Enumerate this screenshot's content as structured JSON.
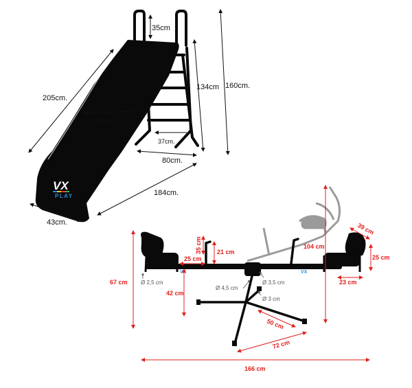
{
  "colors": {
    "product": "#0a0a0a",
    "dimension_black": "#111111",
    "dimension_red": "#e0201c",
    "dimension_grey": "#555555",
    "ghost": "#9a9a9a",
    "logo_blue": "#2a8fd8",
    "logo_yellow": "#f2c21b",
    "logo_red": "#e23a2a",
    "logo_green": "#3bb54a"
  },
  "logo": {
    "mark": "VX",
    "word": "PLAY"
  },
  "slide": {
    "length": "205cm.",
    "chute_width": "43cm.",
    "ladder_top_extension": "35cm",
    "ladder_height": "134cm",
    "total_height": "160cm.",
    "ladder_step_width": "37cm.",
    "ladder_base_depth": "80cm.",
    "base_length": "184cm.",
    "base_width": "43cm."
  },
  "seesaw": {
    "handle_top": "35 cm",
    "handle_height": "21 cm",
    "seat_gap": "25 cm",
    "beam_diameter": "Ø 2,5 cm",
    "pivot_height": "42 cm",
    "total_height": "67 cm",
    "pivot_diameter": "Ø 4,5 cm",
    "post_diameter": "Ø 3,5 cm",
    "leg_diameter": "Ø 3 cm",
    "leg_length": "50 cm",
    "base_span": "72 cm",
    "raised_height": "104 cm",
    "seat_width": "39 cm",
    "seat_height": "25 cm",
    "seat_depth": "23 cm",
    "total_length": "166 cm"
  }
}
